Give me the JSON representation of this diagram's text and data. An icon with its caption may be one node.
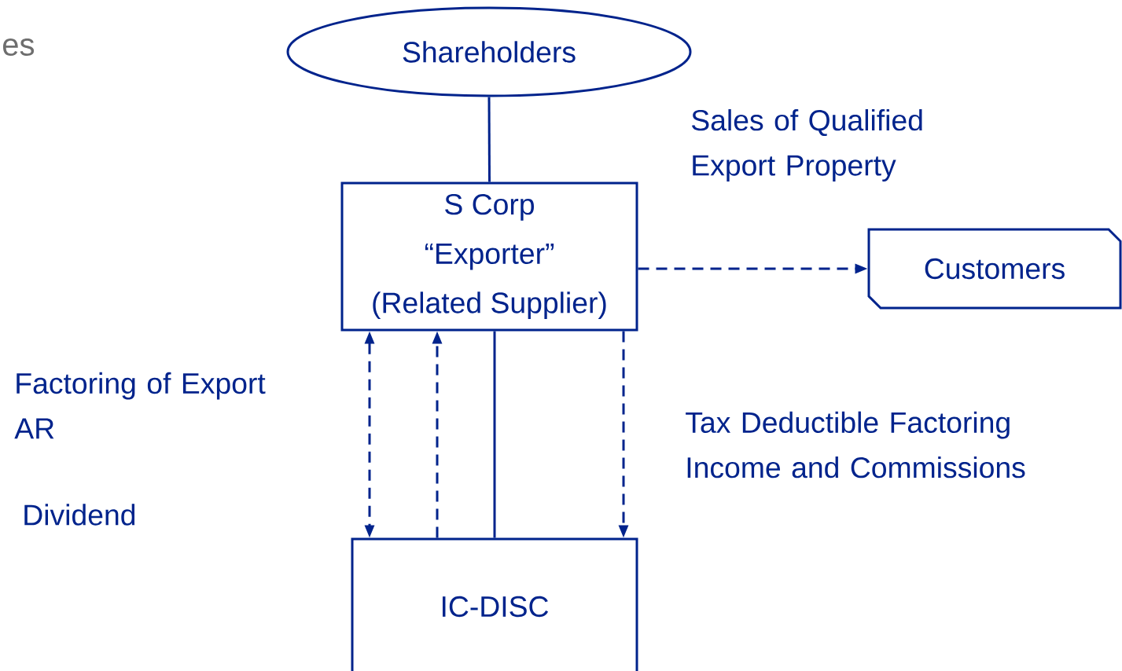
{
  "diagram": {
    "nodes": [
      {
        "text": [
          "Shareholders"
        ]
      },
      {
        "text": [
          "S Corp",
          "“Exporter”",
          "(Related Supplier)"
        ]
      },
      {
        "text": [
          "Customers"
        ]
      },
      {
        "text": [
          "IC-DISC"
        ]
      }
    ],
    "edges": [
      {
        "from": 0,
        "to": 1,
        "arrow": "none"
      },
      {
        "from": 1,
        "to": 2,
        "arrow": "to",
        "style": "dashed",
        "label": "Sales of Qualified Export Property"
      },
      {
        "from": 1,
        "to": 3,
        "arrow": "both",
        "style": "dashed"
      },
      {
        "from": 3,
        "to": 1,
        "arrow": "to",
        "style": "dashed"
      },
      {
        "from": 3,
        "to": 1,
        "arrow": "none"
      },
      {
        "from": 1,
        "to": 3,
        "arrow": "to",
        "style": "dashed",
        "label": "Tax Deductible Factoring Income and Commissions"
      }
    ],
    "labels": [
      "es",
      "Factoring of Export AR",
      "Dividend"
    ]
  }
}
